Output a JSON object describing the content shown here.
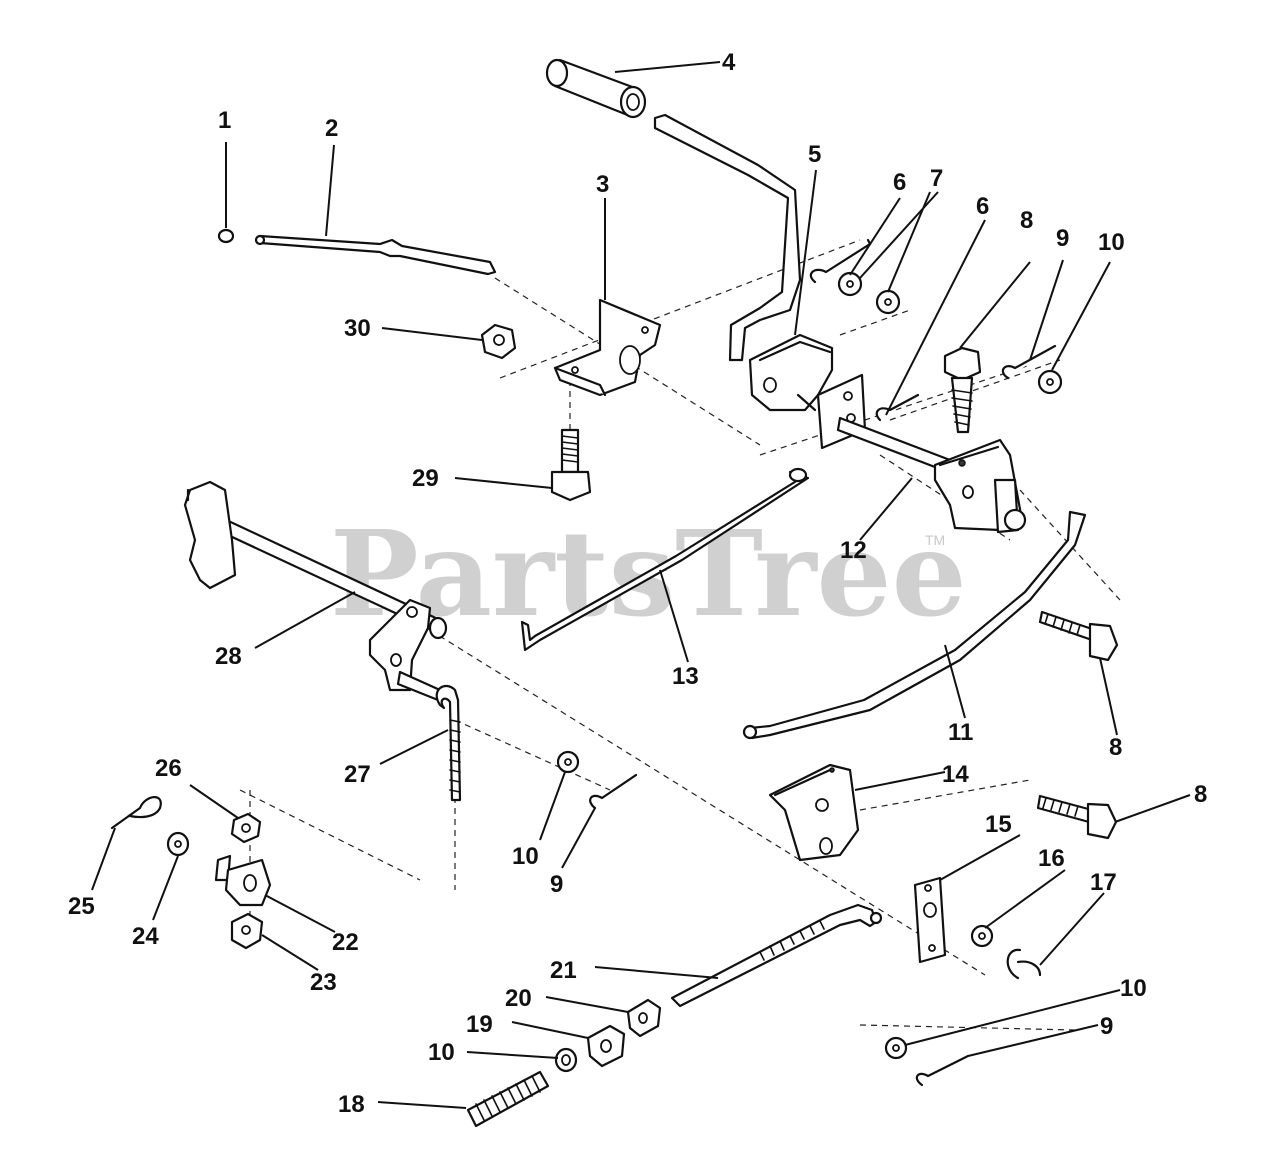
{
  "watermark": {
    "text": "PartsTree",
    "trademark": "TM"
  },
  "callouts": [
    {
      "id": "c1",
      "label": "1"
    },
    {
      "id": "c2",
      "label": "2"
    },
    {
      "id": "c3",
      "label": "3"
    },
    {
      "id": "c4",
      "label": "4"
    },
    {
      "id": "c5",
      "label": "5"
    },
    {
      "id": "c6a",
      "label": "6"
    },
    {
      "id": "c7",
      "label": "7"
    },
    {
      "id": "c6b",
      "label": "6"
    },
    {
      "id": "c8a",
      "label": "8"
    },
    {
      "id": "c9a",
      "label": "9"
    },
    {
      "id": "c10a",
      "label": "10"
    },
    {
      "id": "c30",
      "label": "30"
    },
    {
      "id": "c29",
      "label": "29"
    },
    {
      "id": "c12",
      "label": "12"
    },
    {
      "id": "c28",
      "label": "28"
    },
    {
      "id": "c13",
      "label": "13"
    },
    {
      "id": "c11",
      "label": "11"
    },
    {
      "id": "c8b",
      "label": "8"
    },
    {
      "id": "c27",
      "label": "27"
    },
    {
      "id": "c26",
      "label": "26"
    },
    {
      "id": "c14",
      "label": "14"
    },
    {
      "id": "c8c",
      "label": "8"
    },
    {
      "id": "c10b",
      "label": "10"
    },
    {
      "id": "c9b",
      "label": "9"
    },
    {
      "id": "c15",
      "label": "15"
    },
    {
      "id": "c16",
      "label": "16"
    },
    {
      "id": "c17",
      "label": "17"
    },
    {
      "id": "c25",
      "label": "25"
    },
    {
      "id": "c24",
      "label": "24"
    },
    {
      "id": "c22",
      "label": "22"
    },
    {
      "id": "c23",
      "label": "23"
    },
    {
      "id": "c21",
      "label": "21"
    },
    {
      "id": "c10c",
      "label": "10"
    },
    {
      "id": "c20",
      "label": "20"
    },
    {
      "id": "c19",
      "label": "19"
    },
    {
      "id": "c9c",
      "label": "9"
    },
    {
      "id": "c10d",
      "label": "10"
    },
    {
      "id": "c18",
      "label": "18"
    }
  ]
}
